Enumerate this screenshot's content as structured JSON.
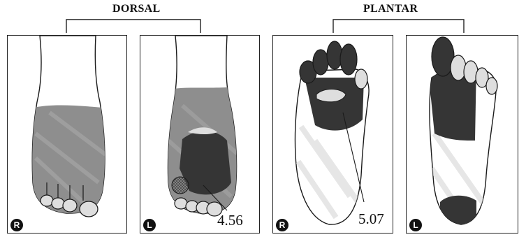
{
  "headers": {
    "dorsal": "DORSAL",
    "plantar": "PLANTAR"
  },
  "panels": [
    {
      "view": "dorsal",
      "side": "R",
      "value": ""
    },
    {
      "view": "dorsal",
      "side": "L",
      "value": "4.56"
    },
    {
      "view": "plantar",
      "side": "R",
      "value": "5.07"
    },
    {
      "view": "plantar",
      "side": "L",
      "value": ""
    }
  ],
  "colors": {
    "medium_gray": "#8e8e8e",
    "dark_region": "#353535",
    "light_gray": "#dedede",
    "outline": "#1a1a1a"
  }
}
